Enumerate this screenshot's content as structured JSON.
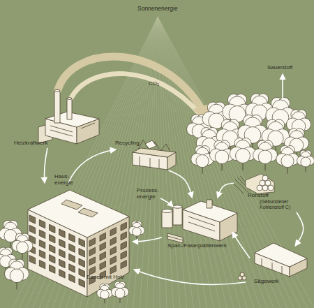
{
  "diagram": {
    "nodes": [
      {
        "text": [
          "Heizkraftwerk"
        ]
      },
      {
        "text": [
          "Recycling"
        ]
      },
      {
        "text": [
          "Rohstoff",
          "(Gebundener Kohlenstoff C)"
        ]
      },
      {
        "text": [
          "Span-/Faserplattenwerk"
        ]
      },
      {
        "text": [
          "Sägewerk"
        ]
      }
    ],
    "edges": [
      {
        "from": 2,
        "to": 4,
        "arrow": "to"
      },
      {
        "from": 4,
        "to": 3,
        "arrow": "to"
      },
      {
        "from": 1,
        "to": 3,
        "arrow": "to"
      },
      {
        "from": 2,
        "to": 3,
        "arrow": "to"
      }
    ],
    "labels": [
      "Sonnenenergie",
      "CO₂",
      "Sauerstoff",
      "Haus- energie",
      "Prozess- energie",
      "Bauen mit Holz"
    ]
  }
}
